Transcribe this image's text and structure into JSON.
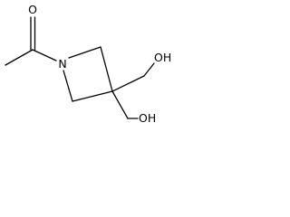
{
  "molecule": {
    "atoms": {
      "carbonyl_oxygen": {
        "symbol": "O"
      },
      "ring_nitrogen": {
        "symbol": "N"
      },
      "hydroxyl_upper": {
        "symbol": "OH"
      },
      "hydroxyl_lower": {
        "symbol": "OH"
      }
    }
  },
  "colors": {
    "background": "#ffffff",
    "bond": "#000000",
    "label": "#000000"
  }
}
